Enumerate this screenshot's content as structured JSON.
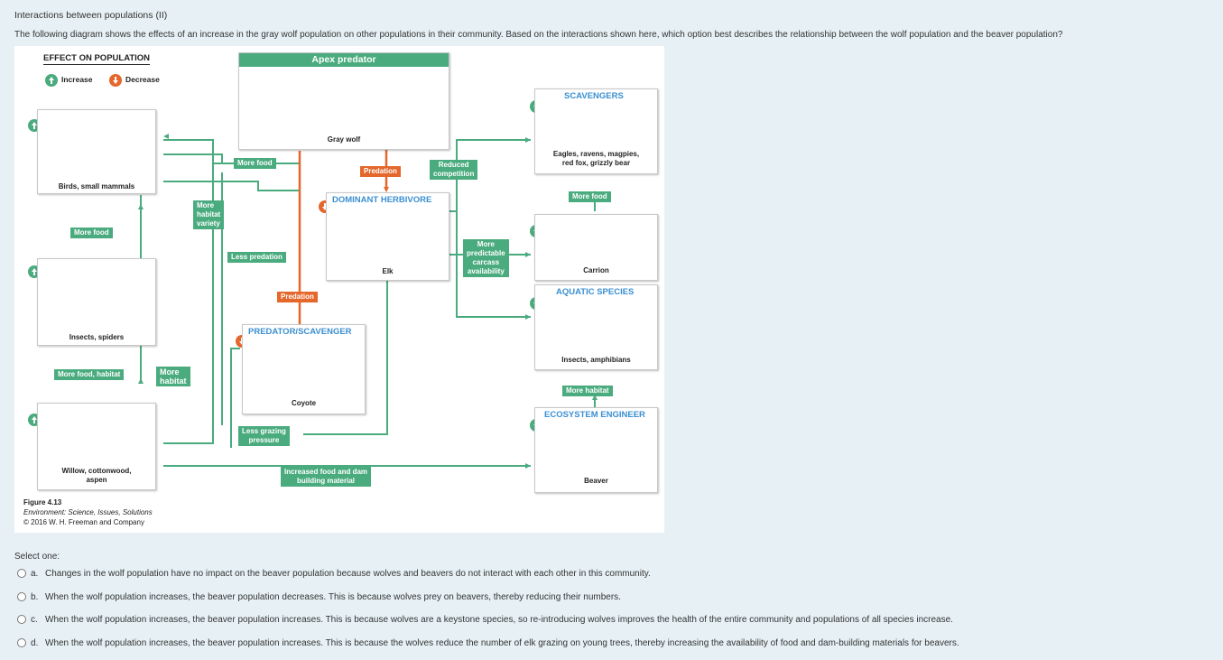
{
  "question": {
    "title": "Interactions between populations (II)",
    "text": "The following diagram shows the effects of an increase in the gray wolf population on other populations in their community. Based on the interactions shown here, which option best describes the relationship between the wolf population and the beaver population?"
  },
  "figure": {
    "legend": {
      "title": "EFFECT ON POPULATION",
      "increase": "Increase",
      "decrease": "Decrease"
    },
    "apex_header": "Apex predator",
    "wolf_label": "Gray wolf",
    "birds_label": "Birds, small mammals",
    "insects_label": "Insects, spiders",
    "trees_label_1": "Willow, cottonwood,",
    "trees_label_2": "aspen",
    "dominant_herbivore": "DOMINANT HERBIVORE",
    "elk_label": "Elk",
    "predator_scavenger": "PREDATOR/SCAVENGER",
    "coyote_label": "Coyote",
    "scavengers": "SCAVENGERS",
    "scavengers_label_1": "Eagles, ravens, magpies,",
    "scavengers_label_2": "red fox, grizzly bear",
    "carrion_label": "Carrion",
    "aquatic_species": "AQUATIC SPECIES",
    "aquatic_label": "Insects, amphibians",
    "ecosystem_engineer": "ECOSYSTEM ENGINEER",
    "beaver_label": "Beaver",
    "tags": {
      "more_food_top": "More food",
      "predation_top": "Predation",
      "reduced_competition_1": "Reduced",
      "reduced_competition_2": "competition",
      "more_food_scav": "More food",
      "more_habitat_variety_1": "More",
      "more_habitat_variety_2": "habitat",
      "more_habitat_variety_3": "variety",
      "more_food_left": "More food",
      "less_predation": "Less predation",
      "more_predictable_1": "More",
      "more_predictable_2": "predictable",
      "more_predictable_3": "carcass",
      "more_predictable_4": "availability",
      "predation_mid": "Predation",
      "more_food_habitat": "More food, habitat",
      "more_habitat_1": "More",
      "more_habitat_2": "habitat",
      "more_habitat_right": "More habitat",
      "less_grazing_1": "Less grazing",
      "less_grazing_2": "pressure",
      "increased_food_1": "Increased food and dam",
      "increased_food_2": "building material"
    },
    "caption": {
      "title": "Figure 4.13",
      "line2": "Environment: Science, Issues, Solutions",
      "line3": "© 2016 W. H. Freeman and Company"
    },
    "colors": {
      "green": "#4aab7e",
      "orange": "#e4672b",
      "blue": "#3a8fd1"
    }
  },
  "answer": {
    "prompt": "Select one:",
    "options": [
      {
        "letter": "a.",
        "text": "Changes in the wolf population have no impact on the beaver population because wolves and beavers do not interact with each other in this community."
      },
      {
        "letter": "b.",
        "text": "When the wolf population increases, the beaver population decreases. This is because wolves prey on beavers, thereby reducing their numbers."
      },
      {
        "letter": "c.",
        "text": "When the wolf population increases, the beaver population increases. This is because wolves are a keystone species, so re-introducing wolves improves the health of the entire community and populations of all species increase."
      },
      {
        "letter": "d.",
        "text": "When the wolf population increases, the beaver population increases. This is because the wolves reduce the number of elk grazing on young trees, thereby increasing the availability of food and dam-building materials for beavers."
      }
    ]
  }
}
